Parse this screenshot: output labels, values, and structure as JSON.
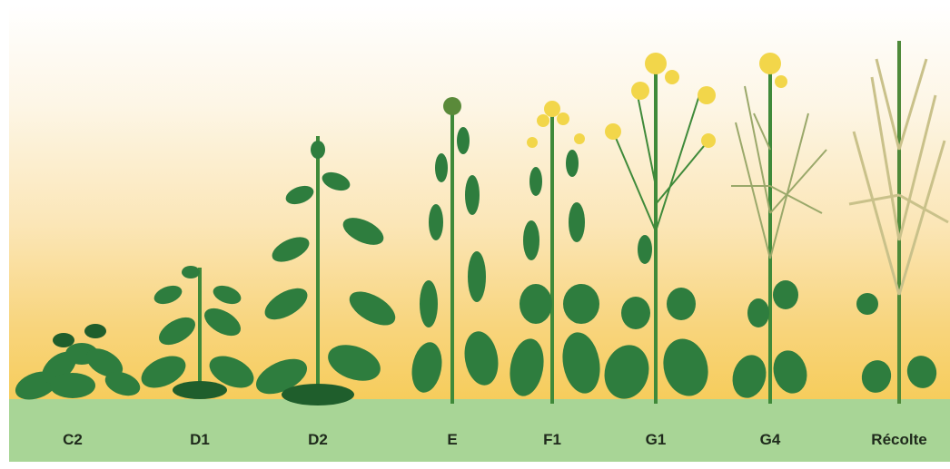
{
  "figure": {
    "stages": [
      {
        "label": "C2"
      },
      {
        "label": "D1"
      },
      {
        "label": "D2"
      },
      {
        "label": "E"
      },
      {
        "label": "F1"
      },
      {
        "label": "G1"
      },
      {
        "label": "G4"
      },
      {
        "label": "Récolte"
      }
    ],
    "colors": {
      "leaf": "#2e7d3e",
      "leaf_dark": "#1f5e2c",
      "stem": "#3f8a3a",
      "flower": "#f2d64a",
      "pod": "#c9c18a",
      "ground": "#a8d596"
    }
  }
}
